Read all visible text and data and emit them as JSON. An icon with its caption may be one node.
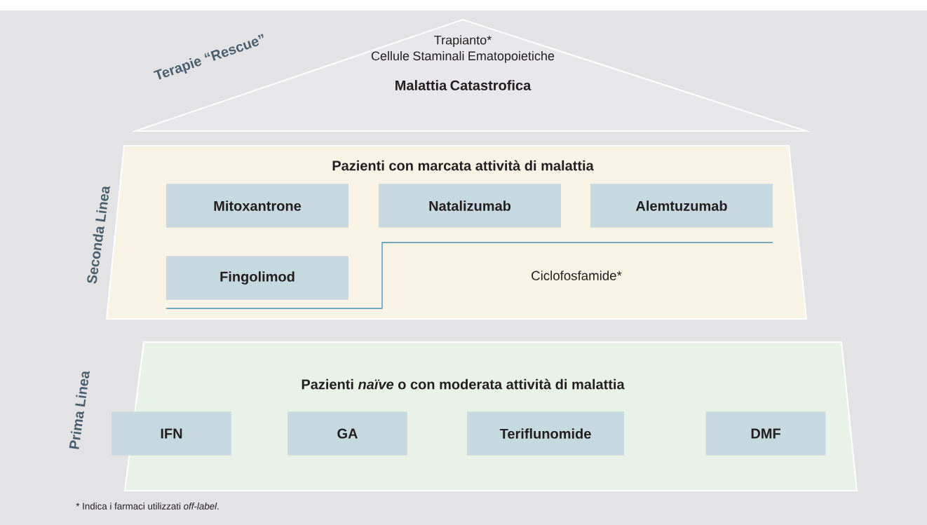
{
  "diagram": {
    "nodes": [
      {
        "text": [
          "Trapianto* Cellule Staminali Ematopoietiche",
          "Malattia Catastrofica"
        ],
        "beside": [
          "Terapie “Rescue”"
        ]
      },
      {
        "text": [
          "Pazienti con marcata attività di malattia"
        ],
        "beside": [
          "Seconda Linea"
        ]
      },
      {
        "text": [
          "Mitoxantrone"
        ],
        "in": 1
      },
      {
        "text": [
          "Natalizumab"
        ],
        "in": 1
      },
      {
        "text": [
          "Alemtuzumab"
        ],
        "in": 1
      },
      {
        "text": [
          "Fingolimod"
        ],
        "in": 1
      },
      {
        "text": [
          "Ciclofosfamide*"
        ],
        "in": 1
      },
      {
        "text": [
          "Pazienti *naïve* o con moderata attività di malattia"
        ],
        "beside": [
          "Prima Linea"
        ]
      },
      {
        "text": [
          "IFN"
        ],
        "in": 7
      },
      {
        "text": [
          "GA"
        ],
        "in": 7
      },
      {
        "text": [
          "Teriflunomide"
        ],
        "in": 7
      },
      {
        "text": [
          "DMF"
        ],
        "in": 7
      }
    ],
    "labels": [
      "* Indica i farmaci utilizzati *off-label*."
    ]
  }
}
